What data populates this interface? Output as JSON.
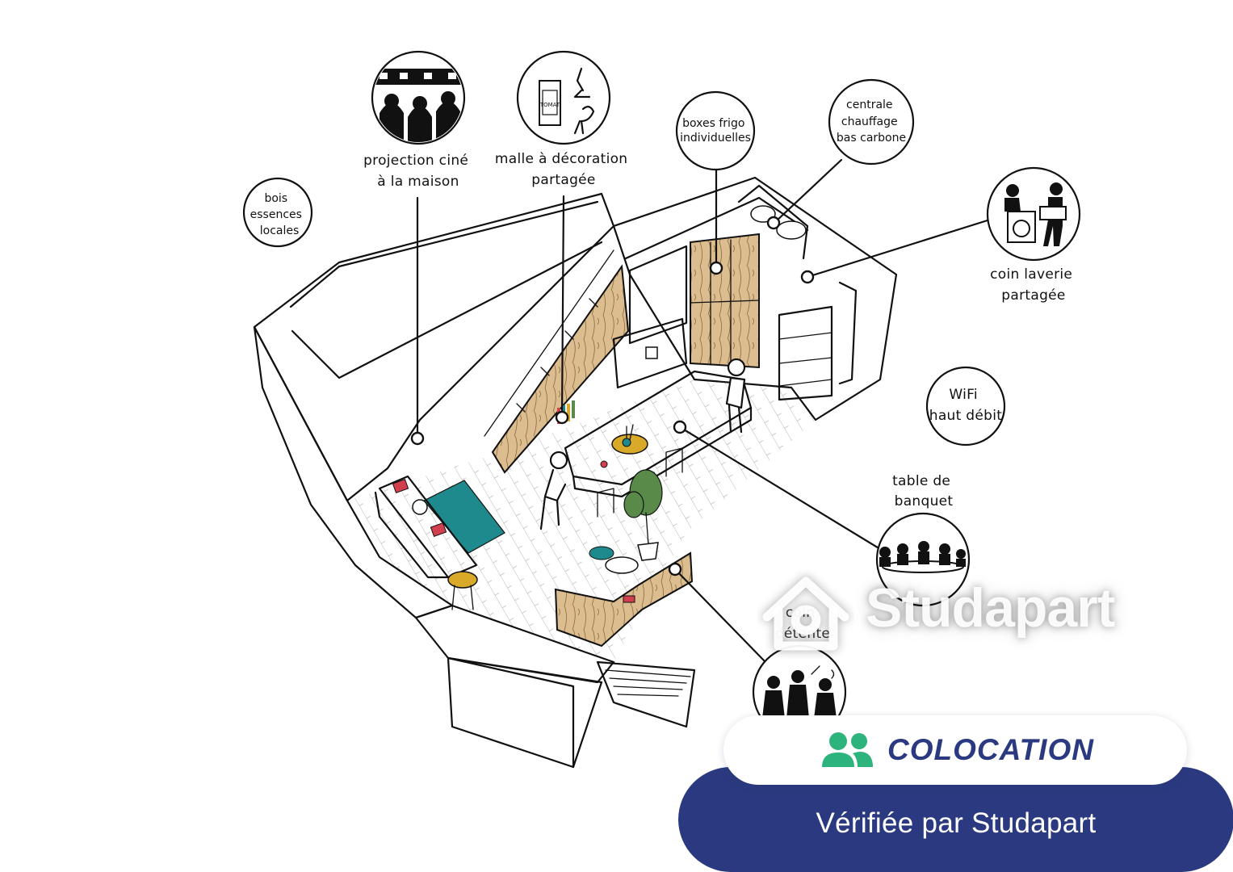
{
  "labels": {
    "bois": [
      "bois",
      "essences",
      "locales"
    ],
    "projection": [
      "projection ciné",
      "à la maison"
    ],
    "malle": [
      "malle à décoration",
      "partagée"
    ],
    "frigo": [
      "boxes frigo",
      "individuelles"
    ],
    "chauffage": [
      "centrale",
      "chauffage",
      "bas carbone"
    ],
    "laverie": [
      "coin laverie",
      "partagée"
    ],
    "wifi": [
      "WiFi",
      "haut débit"
    ],
    "banquet": [
      "table de",
      "banquet"
    ],
    "detente": [
      "coin",
      "détente"
    ]
  },
  "watermark": {
    "brand": "Studapart"
  },
  "badge": {
    "category": "COLOCATION",
    "verified": "Vérifiée par Studapart",
    "accent_color": "#2db37c",
    "brand_color": "#2b3a80",
    "icon": "users-icon"
  },
  "colors": {
    "wood": "#d9b98a",
    "teal": "#1f8a8e",
    "red": "#d2404f",
    "mustard": "#d9a92a",
    "plant": "#5a8a4a"
  }
}
